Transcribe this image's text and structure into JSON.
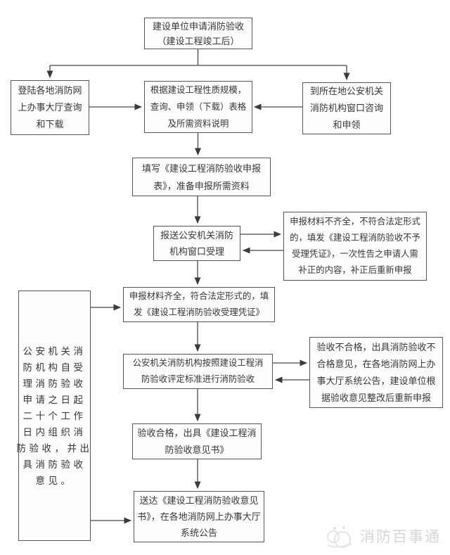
{
  "flow": {
    "boxes": {
      "start": {
        "lines": [
          "建设单位申请消防验收",
          "（建设工程竣工后）"
        ]
      },
      "login_online": {
        "lines": [
          "登陆各地消防网",
          "上办事大厅查询",
          "和下载"
        ]
      },
      "query_forms": {
        "lines": [
          "根据建设工程性质规模，",
          "查询、申领（下载）表格",
          "及所需资料说明"
        ]
      },
      "window_consult": {
        "lines": [
          "到所在地公安机关",
          "消防机构窗口咨询",
          "和申领"
        ]
      },
      "fill_form": {
        "lines": [
          "填写《建设工程消防验收申报",
          "表》，准备申报所需资料"
        ]
      },
      "submit_window": {
        "lines": [
          "报送公安机关消防",
          "机构窗口受理"
        ]
      },
      "materials_incomplete": {
        "lines": [
          "申报材料不齐全，不符合法定形式",
          "的，填发《建设工程消防验收不予",
          "受理凭证》，一次性告之申请人需",
          "补正的内容，补正后重新申报"
        ]
      },
      "materials_complete": {
        "lines": [
          "申报材料齐全，符合法定形式的，填",
          "发《建设工程消防验收受理凭证》"
        ]
      },
      "timeline_note": {
        "lines": [
          "公安机关消",
          "防机构自受",
          "理消防验收",
          "申请之日起",
          "二十个工作",
          "日内组织消",
          "防验收，并出",
          "具消防验收",
          "意见。"
        ]
      },
      "conduct_inspection": {
        "lines": [
          "公安机关消防机构按照建设工程消",
          "防验收评定标准进行消防验收"
        ]
      },
      "inspection_fail": {
        "lines": [
          "验收不合格，出具消防验收不",
          "合格意见，在各地消防网上办",
          "事大厅系统公告，建设单位根",
          "据验收意见整改后重新申报"
        ]
      },
      "inspection_pass": {
        "lines": [
          "验收合格，出具《建设工程消",
          "防验收意见书》"
        ]
      },
      "deliver_notice": {
        "lines": [
          "送达《建设工程消防验收意见",
          "书》，在各地消防网上办事大厅",
          "系统公告"
        ]
      }
    },
    "watermark": {
      "text": "消防百事通",
      "icon": "mascot-logo",
      "color": "#d7d7d7"
    },
    "colors": {
      "line": "#4a4a4a",
      "arrow": "#3b3b3b",
      "border": "#565656",
      "text": "#363636",
      "background": "#fefefe"
    }
  }
}
